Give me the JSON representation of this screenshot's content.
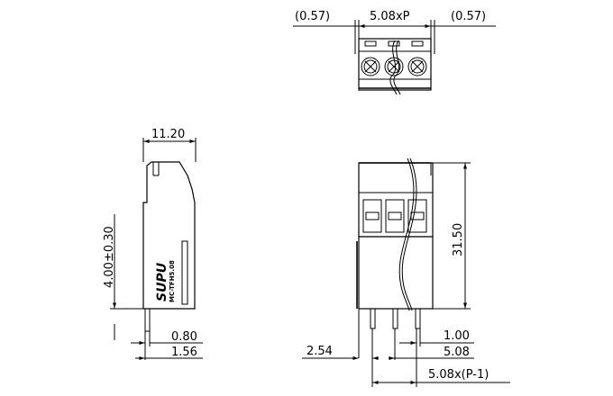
{
  "top_view": {
    "left_margin": "(0.57)",
    "pitch": "5.08xP",
    "right_margin": "(0.57)"
  },
  "side_view": {
    "width": "11.20",
    "pin_length": "4.00±0.30",
    "pin_width": "0.80",
    "pin_offset": "1.56",
    "logo": "SUPU",
    "model": "MC-TFH5.08"
  },
  "front_view": {
    "height": "31.50",
    "pin_thickness": "1.00",
    "pitch": "5.08",
    "edge_offset": "2.54",
    "total_pitch": "5.08x(P-1)"
  }
}
